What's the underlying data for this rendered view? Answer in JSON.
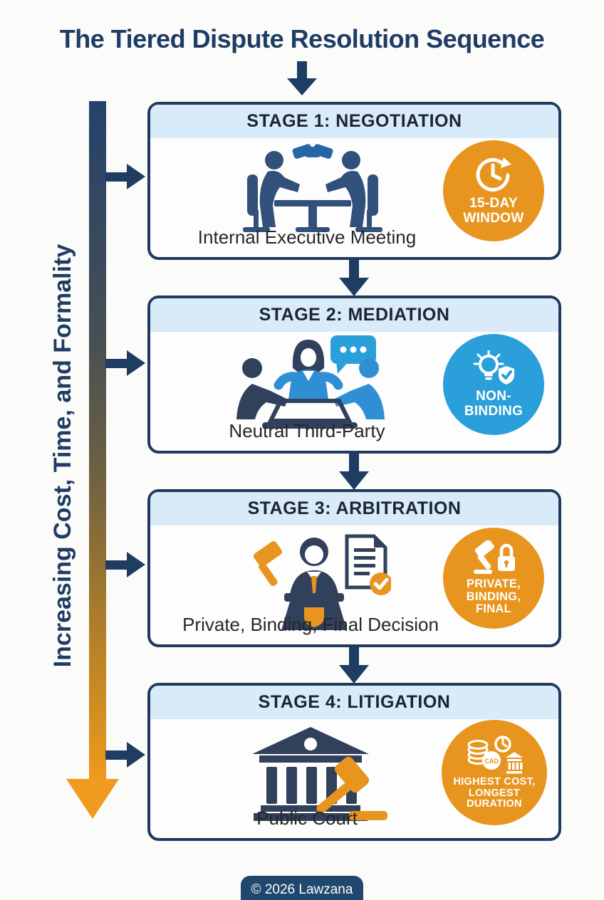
{
  "title": "The Tiered Dispute Resolution Sequence",
  "axis": {
    "label": "Increasing Cost, Time, and Formality"
  },
  "footer": {
    "copyright": "© 2026 Lawzana"
  },
  "colors": {
    "navy": "#1f3c63",
    "icon_navy": "#31405b",
    "orange": "#e8951f",
    "blue": "#2b9fd9",
    "header_band": "#d9eaf8"
  },
  "stages": [
    {
      "header": "STAGE 1: NEGOTIATION",
      "caption": "Internal Executive Meeting",
      "icon": "meeting-table-handshake-icon",
      "badge": {
        "text": "15-DAY\nWINDOW",
        "color": "#e8951f",
        "icon": "clock-refresh-icon"
      }
    },
    {
      "header": "STAGE 2: MEDIATION",
      "caption": "Neutral Third-Party",
      "icon": "mediator-discussion-icon",
      "badge": {
        "text": "NON-\nBINDING",
        "color": "#2b9fd9",
        "icon": "lightbulb-shield-check-icon"
      }
    },
    {
      "header": "STAGE 3: ARBITRATION",
      "caption": "Private, Binding, Final Decision",
      "icon": "arbitrator-podium-document-icon",
      "badge": {
        "text": "PRIVATE,\nBINDING,\nFINAL",
        "color": "#e8951f",
        "icon": "gavel-lock-icon"
      }
    },
    {
      "header": "STAGE 4: LITIGATION",
      "caption": "Public Court",
      "icon": "courthouse-gavel-icon",
      "badge": {
        "text": "HIGHEST COST,\nLONGEST\nDURATION",
        "color": "#e8951f",
        "icon": "coins-clock-bank-icon"
      }
    }
  ]
}
